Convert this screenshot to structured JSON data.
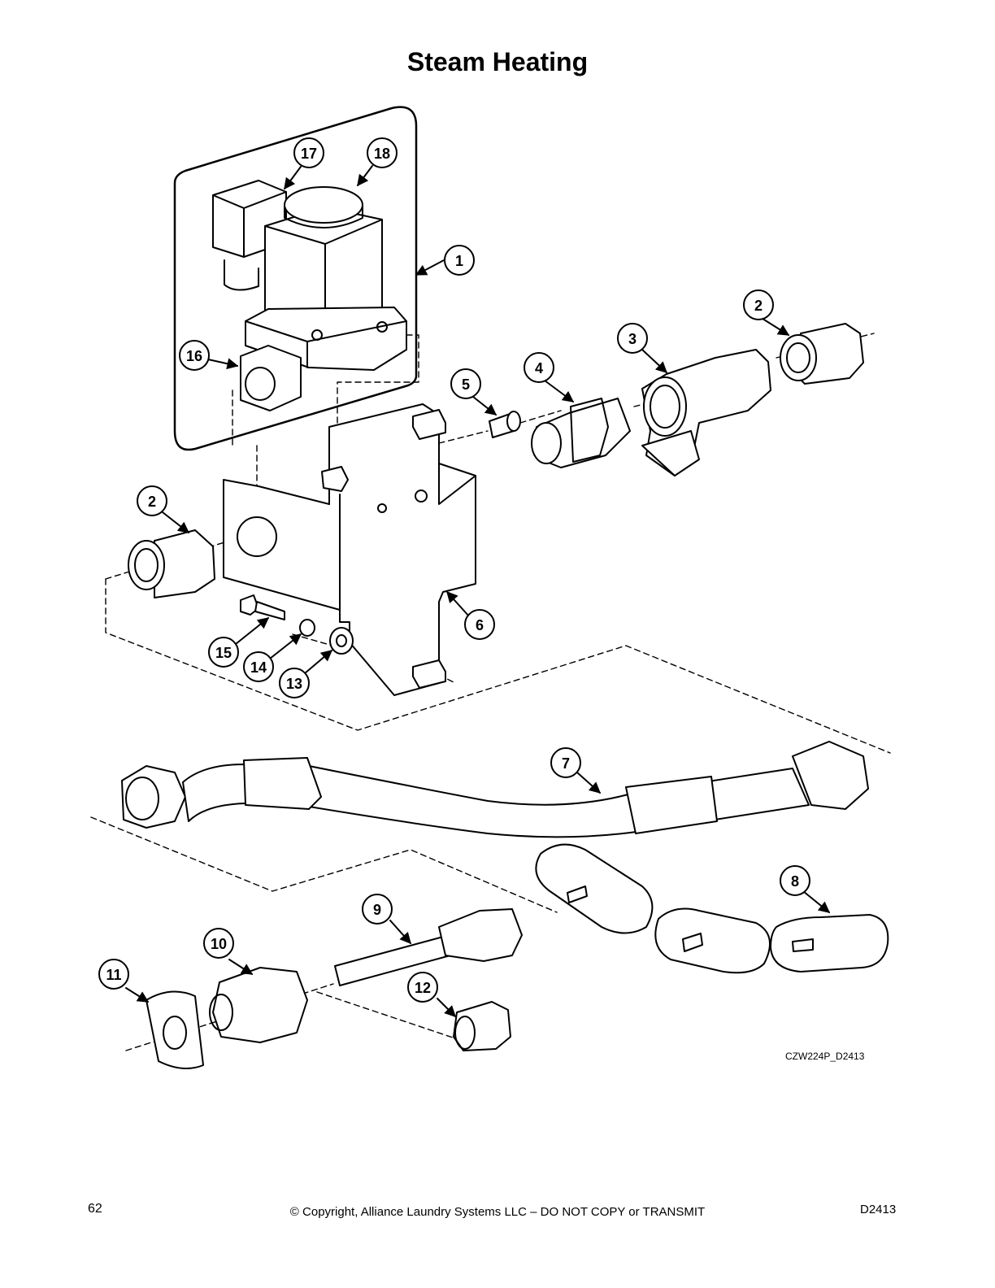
{
  "page": {
    "title": "Steam Heating",
    "figure_code": "CZW224P_D2413",
    "page_number": "62",
    "copyright": "© Copyright, Alliance Laundry Systems LLC – DO NOT COPY or TRANSMIT",
    "document_code": "D2413"
  },
  "callouts": [
    {
      "id": "c17",
      "label": "17"
    },
    {
      "id": "c18",
      "label": "18"
    },
    {
      "id": "c1",
      "label": "1"
    },
    {
      "id": "c2a",
      "label": "2"
    },
    {
      "id": "c3",
      "label": "3"
    },
    {
      "id": "c4",
      "label": "4"
    },
    {
      "id": "c5",
      "label": "5"
    },
    {
      "id": "c16",
      "label": "16"
    },
    {
      "id": "c2b",
      "label": "2"
    },
    {
      "id": "c6",
      "label": "6"
    },
    {
      "id": "c15",
      "label": "15"
    },
    {
      "id": "c14",
      "label": "14"
    },
    {
      "id": "c13",
      "label": "13"
    },
    {
      "id": "c7",
      "label": "7"
    },
    {
      "id": "c8",
      "label": "8"
    },
    {
      "id": "c9",
      "label": "9"
    },
    {
      "id": "c10",
      "label": "10"
    },
    {
      "id": "c11",
      "label": "11"
    },
    {
      "id": "c12",
      "label": "12"
    }
  ]
}
